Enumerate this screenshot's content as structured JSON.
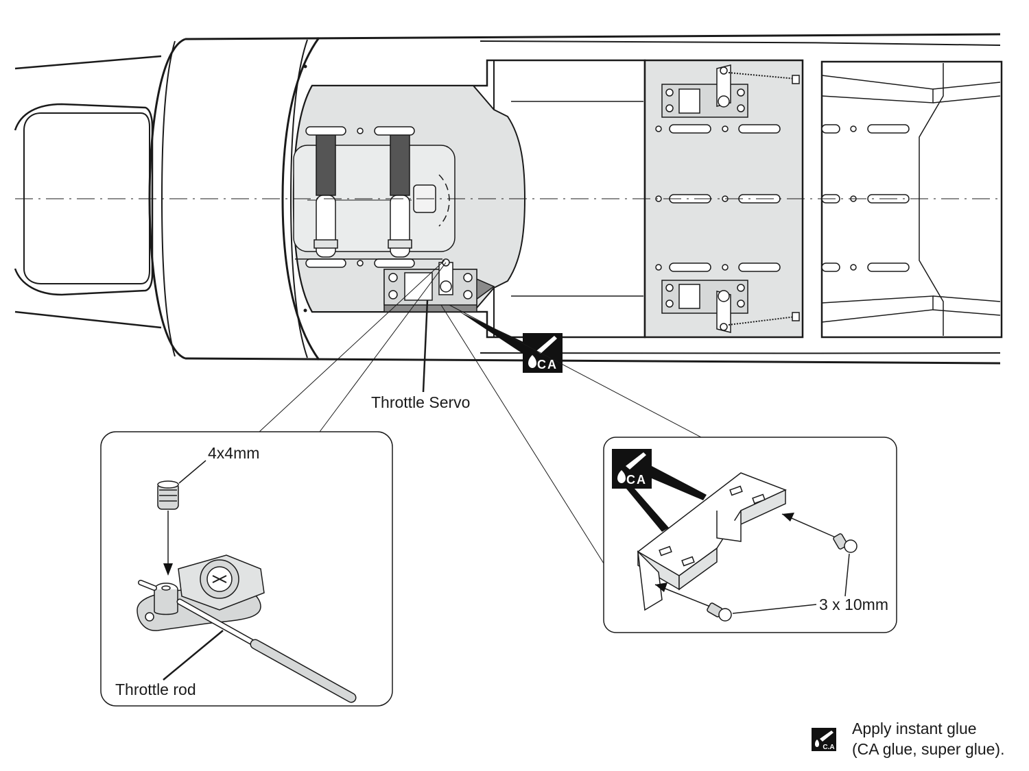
{
  "labels": {
    "throttle_servo": "Throttle Servo",
    "screw_4x4": "4x4mm",
    "throttle_rod": "Throttle rod",
    "screw_3x10": "3 x 10mm"
  },
  "ca_icon_text": "CA",
  "legend": {
    "icon_text": "C.A",
    "line1": "Apply instant glue",
    "line2": "(CA glue, super glue)."
  },
  "colors": {
    "line": "#1a1a1a",
    "tray_fill": "#e1e3e3",
    "servo_fill": "#d6d8d8",
    "mount_fill": "#8a8a8a",
    "icon_fill": "#111111",
    "background": "#ffffff"
  }
}
